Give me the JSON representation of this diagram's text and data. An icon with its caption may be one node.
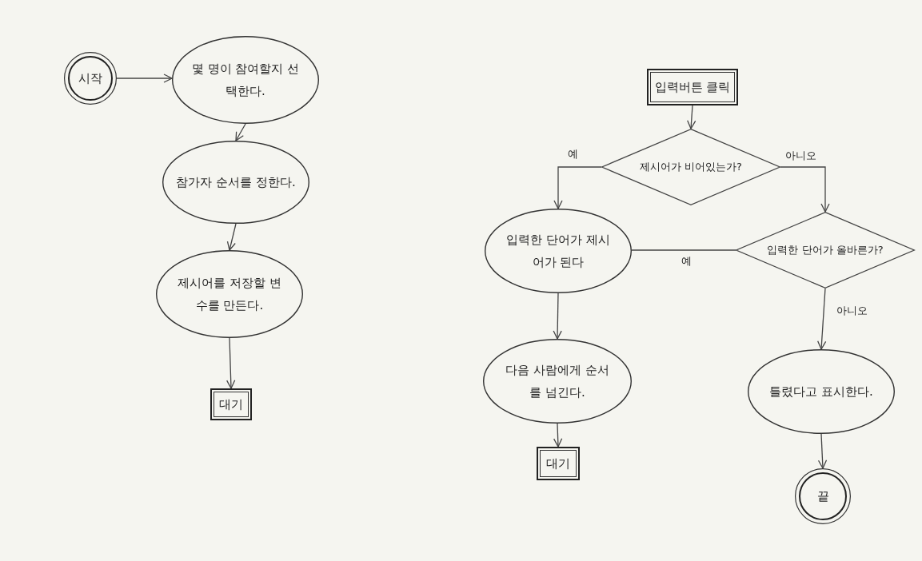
{
  "diagram": {
    "nodes": [
      {
        "text": [
          "시작"
        ]
      },
      {
        "text": [
          "몇 명이 참여할지 선택한다."
        ]
      },
      {
        "text": [
          "참가자 순서를 정한다."
        ]
      },
      {
        "text": [
          "제시어를 저장할 변수를 만든다."
        ]
      },
      {
        "text": [
          "대기"
        ]
      },
      {
        "text": [
          "입력버튼 클릭"
        ]
      },
      {
        "text": [
          "제시어가 비어있는가?"
        ]
      },
      {
        "text": [
          "입력한 단어가 제시어가 된다"
        ]
      },
      {
        "text": [
          "입력한 단어가 올바른가?"
        ]
      },
      {
        "text": [
          "다음 사람에게 순서를 넘긴다."
        ]
      },
      {
        "text": [
          "대기"
        ]
      },
      {
        "text": [
          "틀렸다고 표시한다."
        ]
      },
      {
        "text": [
          "끝"
        ]
      }
    ],
    "edges": [
      {
        "from": 0,
        "to": 1,
        "arrow": "to"
      },
      {
        "from": 1,
        "to": 2,
        "arrow": "to"
      },
      {
        "from": 2,
        "to": 3,
        "arrow": "to"
      },
      {
        "from": 3,
        "to": 4,
        "arrow": "to"
      },
      {
        "from": 5,
        "to": 6,
        "arrow": "to"
      },
      {
        "from": 6,
        "to": 7,
        "arrow": "to",
        "label": "예"
      },
      {
        "from": 6,
        "to": 8,
        "arrow": "to",
        "label": "아니오"
      },
      {
        "from": 8,
        "to": 7,
        "arrow": "none",
        "label": "예"
      },
      {
        "from": 7,
        "to": 9,
        "arrow": "to"
      },
      {
        "from": 9,
        "to": 10,
        "arrow": "to"
      },
      {
        "from": 8,
        "to": 11,
        "arrow": "to",
        "label": "아니오"
      },
      {
        "from": 11,
        "to": 12,
        "arrow": "to"
      }
    ]
  }
}
